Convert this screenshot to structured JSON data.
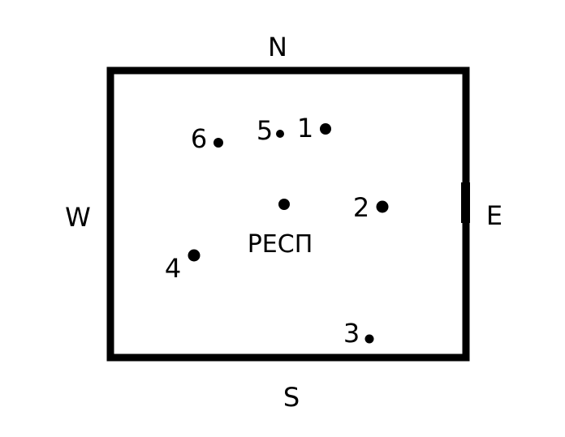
{
  "compass": {
    "north": "N",
    "south": "S",
    "west": "W",
    "east": "E"
  },
  "center_label": "РЕСП",
  "points": [
    {
      "label": "1"
    },
    {
      "label": "2"
    },
    {
      "label": "3"
    },
    {
      "label": "4"
    },
    {
      "label": "5"
    },
    {
      "label": "6"
    }
  ],
  "colors": {
    "ink": "#000000",
    "background": "#ffffff"
  }
}
